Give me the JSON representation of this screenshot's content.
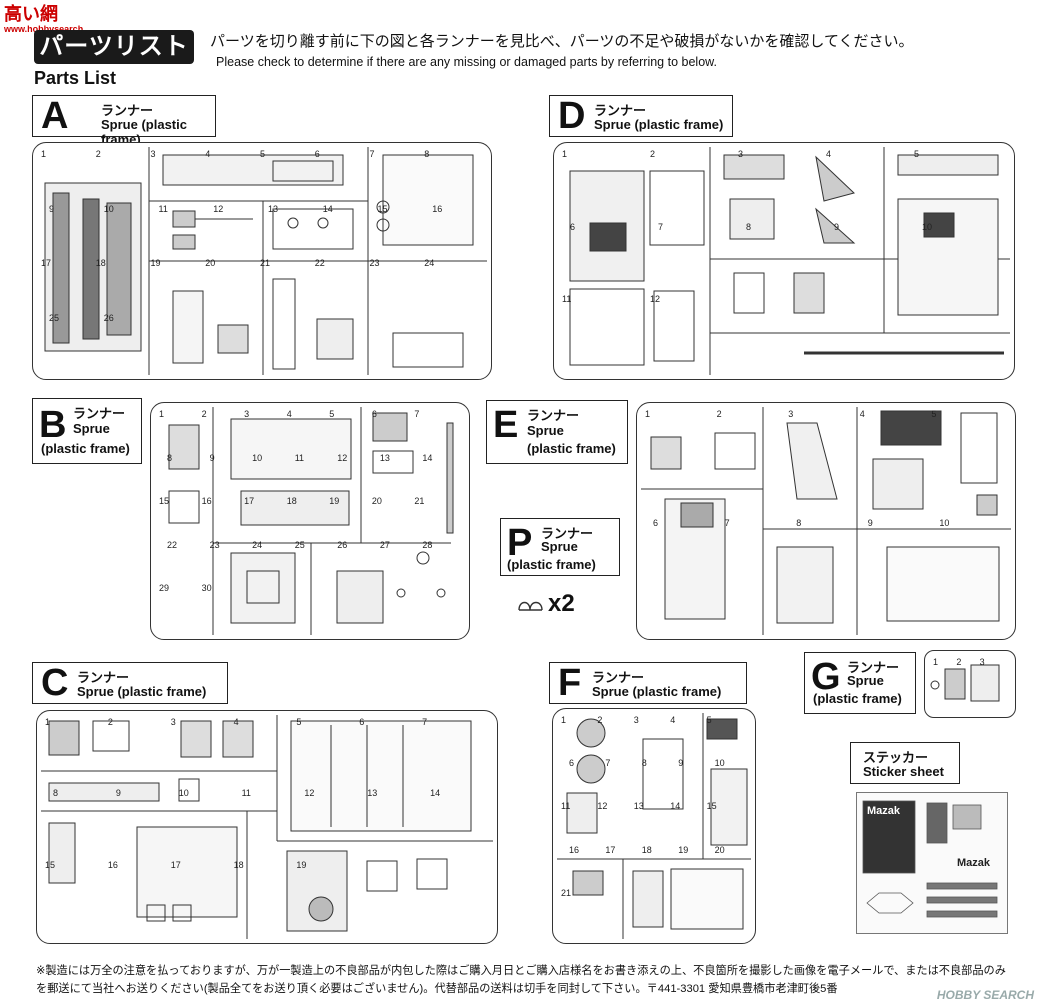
{
  "logo": {
    "text": "高い網",
    "sub": "www.hobbysearch..."
  },
  "header": {
    "title_jp": "パーツリスト",
    "title_en": "Parts List",
    "instruction_jp": "パーツを切り離す前に下の図と各ランナーを見比べ、パーツの不足や破損がないかを確認してください。",
    "instruction_en": "Please check to determine if there are any missing or damaged parts by referring to below."
  },
  "sprues": {
    "A": {
      "letter": "A",
      "jp": "ランナー",
      "en": "Sprue (plastic frame)"
    },
    "B": {
      "letter": "B",
      "jp": "ランナー",
      "en1": "Sprue",
      "en2": "(plastic frame)"
    },
    "C": {
      "letter": "C",
      "jp": "ランナー",
      "en": "Sprue (plastic frame)"
    },
    "D": {
      "letter": "D",
      "jp": "ランナー",
      "en": "Sprue (plastic frame)"
    },
    "E": {
      "letter": "E",
      "jp": "ランナー",
      "en1": "Sprue",
      "en2": "(plastic frame)"
    },
    "F": {
      "letter": "F",
      "jp": "ランナー",
      "en": "Sprue (plastic frame)"
    },
    "G": {
      "letter": "G",
      "jp": "ランナー",
      "en1": "Sprue",
      "en2": "(plastic frame)"
    },
    "P": {
      "letter": "P",
      "jp": "ランナー",
      "en1": "Sprue",
      "en2": "(plastic frame)",
      "count": "x2"
    }
  },
  "sticker": {
    "jp": "ステッカー",
    "en": "Sticker sheet",
    "brand": "Mazak"
  },
  "part_numbers": {
    "A": [
      "1",
      "2",
      "3",
      "4",
      "5",
      "6",
      "7",
      "8",
      "9",
      "10",
      "11",
      "12",
      "13",
      "14",
      "15",
      "16",
      "17",
      "18",
      "19",
      "20",
      "21",
      "22",
      "23",
      "24",
      "25",
      "26"
    ],
    "B": [
      "1",
      "2",
      "3",
      "4",
      "5",
      "6",
      "7",
      "8",
      "9",
      "10",
      "11",
      "12",
      "13",
      "14",
      "15",
      "16",
      "17",
      "18",
      "19",
      "20",
      "21",
      "22",
      "23",
      "24",
      "25",
      "26",
      "27",
      "28",
      "29",
      "30"
    ],
    "C": [
      "1",
      "2",
      "3",
      "4",
      "5",
      "6",
      "7",
      "8",
      "9",
      "10",
      "11",
      "12",
      "13",
      "14",
      "15",
      "16",
      "17",
      "18",
      "19"
    ],
    "D": [
      "1",
      "2",
      "3",
      "4",
      "5",
      "6",
      "7",
      "8",
      "9",
      "10",
      "11",
      "12"
    ],
    "E": [
      "1",
      "2",
      "3",
      "4",
      "5",
      "6",
      "7",
      "8",
      "9",
      "10"
    ],
    "F": [
      "1",
      "2",
      "3",
      "4",
      "5",
      "6",
      "7",
      "8",
      "9",
      "10",
      "11",
      "12",
      "13",
      "14",
      "15",
      "16",
      "17",
      "18",
      "19",
      "20",
      "21"
    ],
    "G": [
      "1",
      "2",
      "3"
    ]
  },
  "footnote": {
    "line1": "※製造には万全の注意を払っておりますが、万が一製造上の不良部品が内包した際はご購入月日とご購入店様名をお書き添えの上、不良箇所を撮影した画像を電子メールで、または不良部品のみ",
    "line2": "を郵送にて当社へお送りください(製品全てをお送り頂く必要はございません)。代替部品の送料は切手を同封して下さい。〒441-3301 愛知県豊橋市老津町後5番"
  },
  "watermark": "HOBBY SEARCH"
}
